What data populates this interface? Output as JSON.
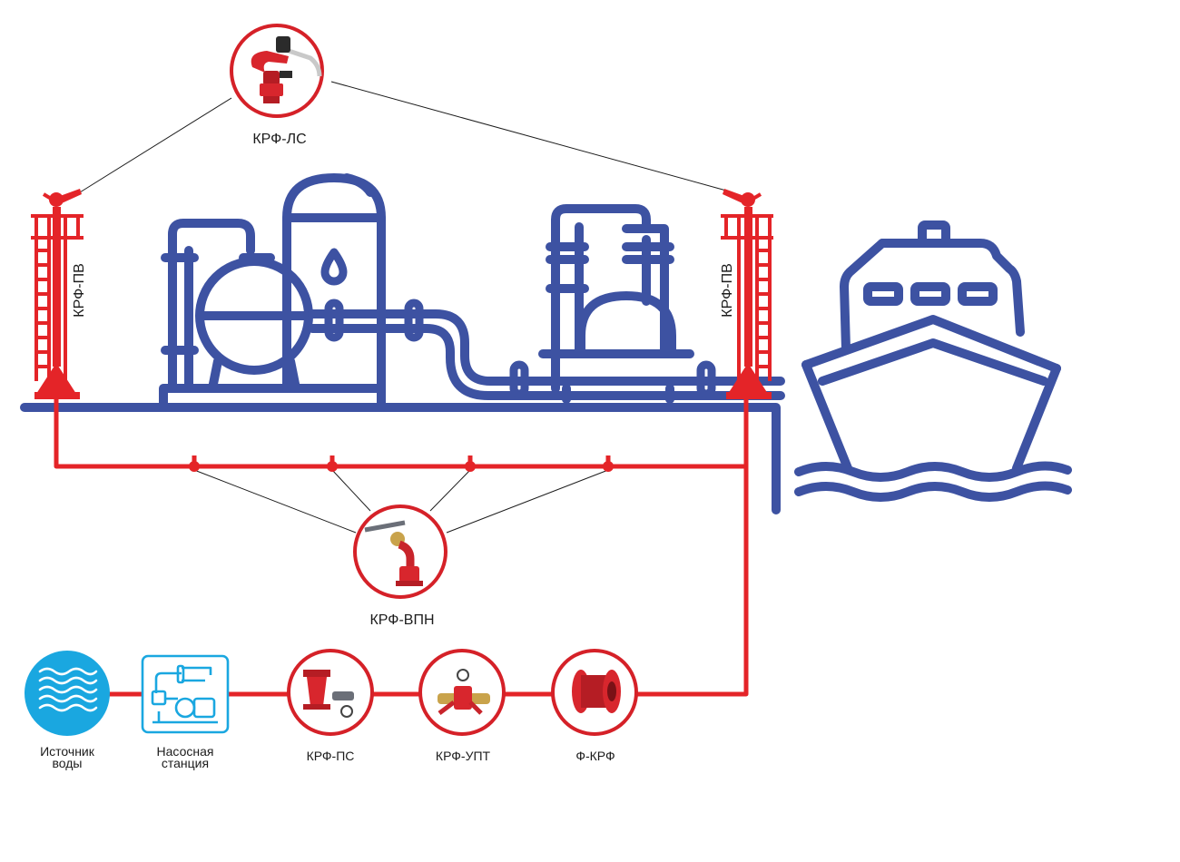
{
  "labels": {
    "krf_ls": "КРФ-ЛС",
    "krf_pv_left": "КРФ-ПВ",
    "krf_pv_right": "КРФ-ПВ",
    "krf_vpn": "КРФ-ВПН",
    "water_source_line1": "Источник",
    "water_source_line2": "воды",
    "pump_station_line1": "Насосная",
    "pump_station_line2": "станция",
    "krf_ps": "КРФ-ПС",
    "krf_upt": "КРФ-УПТ",
    "f_krf": "Ф-КРФ"
  },
  "colors": {
    "facility_blue": "#3d52a2",
    "pipeline_red": "#e42428",
    "water_source_blue": "#1aa7e0"
  },
  "icons": {
    "water_source": "water-waves-icon",
    "pump_station": "pump-station-icon",
    "krf_ls": "fire-monitor-icon",
    "krf_vpn": "fire-monitor-valve-icon",
    "krf_ps": "pressure-station-icon",
    "krf_upt": "distribution-valve-icon",
    "f_krf": "flange-filter-icon"
  }
}
